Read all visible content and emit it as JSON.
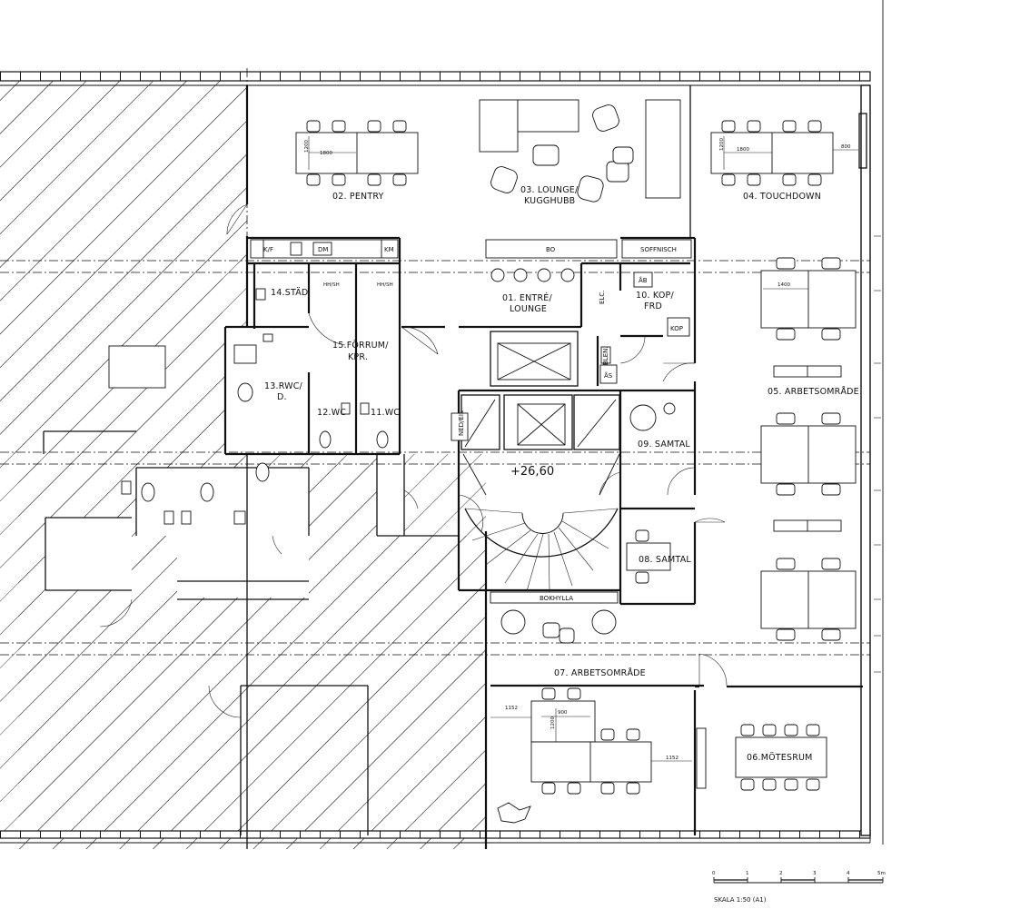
{
  "rooms": {
    "entre": "01. ENTRÉ/",
    "entre_2": "LOUNGE",
    "pentry": "02. PENTRY",
    "lounge": "03. LOUNGE/",
    "lounge_2": "KUGGHUBB",
    "touchdown": "04. TOUCHDOWN",
    "arbetsomrade_05": "05. ARBETSOMRÅDE",
    "motesrum": "06.MÖTESRUM",
    "arbetsomrade_07": "07. ARBETSOMRÅDE",
    "samtal_08": "08. SAMTAL",
    "samtal_09": "09. SAMTAL",
    "kop": "10. KOP/",
    "kop_2": "FRD",
    "wc_11": "11.WC",
    "wc_12": "12.WC",
    "rwc": "13.RWC/",
    "rwc_2": "D.",
    "stad": "14.STÄD",
    "forrum": "15.FÖRRUM/",
    "forrum_2": "KPR."
  },
  "labels": {
    "bo": "BO",
    "soffnisch": "SOFFNISCH",
    "kf": "K/F",
    "dm": "DM",
    "km": "KM",
    "elc": "ELC.",
    "ab": "ÅB",
    "as": "ÅS",
    "kop": "KOP",
    "blen": "BLEN.",
    "nedeis": "NED/EIS",
    "hhsh_1": "HH/SH",
    "hhsh_2": "HH/SH",
    "bokhylla": "BOKHYLLA",
    "level": "+26,60"
  },
  "dimensions": {
    "d1200_a": "1200",
    "d1800_a": "1800",
    "d1200_b": "1200",
    "d1800_b": "1800",
    "d800": "800",
    "d1400": "1400",
    "d1152_a": "1152",
    "d1200_c": "1200",
    "d900": "900",
    "d1152_b": "1152"
  },
  "scale_bar": {
    "ticks": [
      "0",
      "1",
      "2",
      "3",
      "4",
      "5m"
    ],
    "caption": "SKALA 1:50  (A1)"
  }
}
